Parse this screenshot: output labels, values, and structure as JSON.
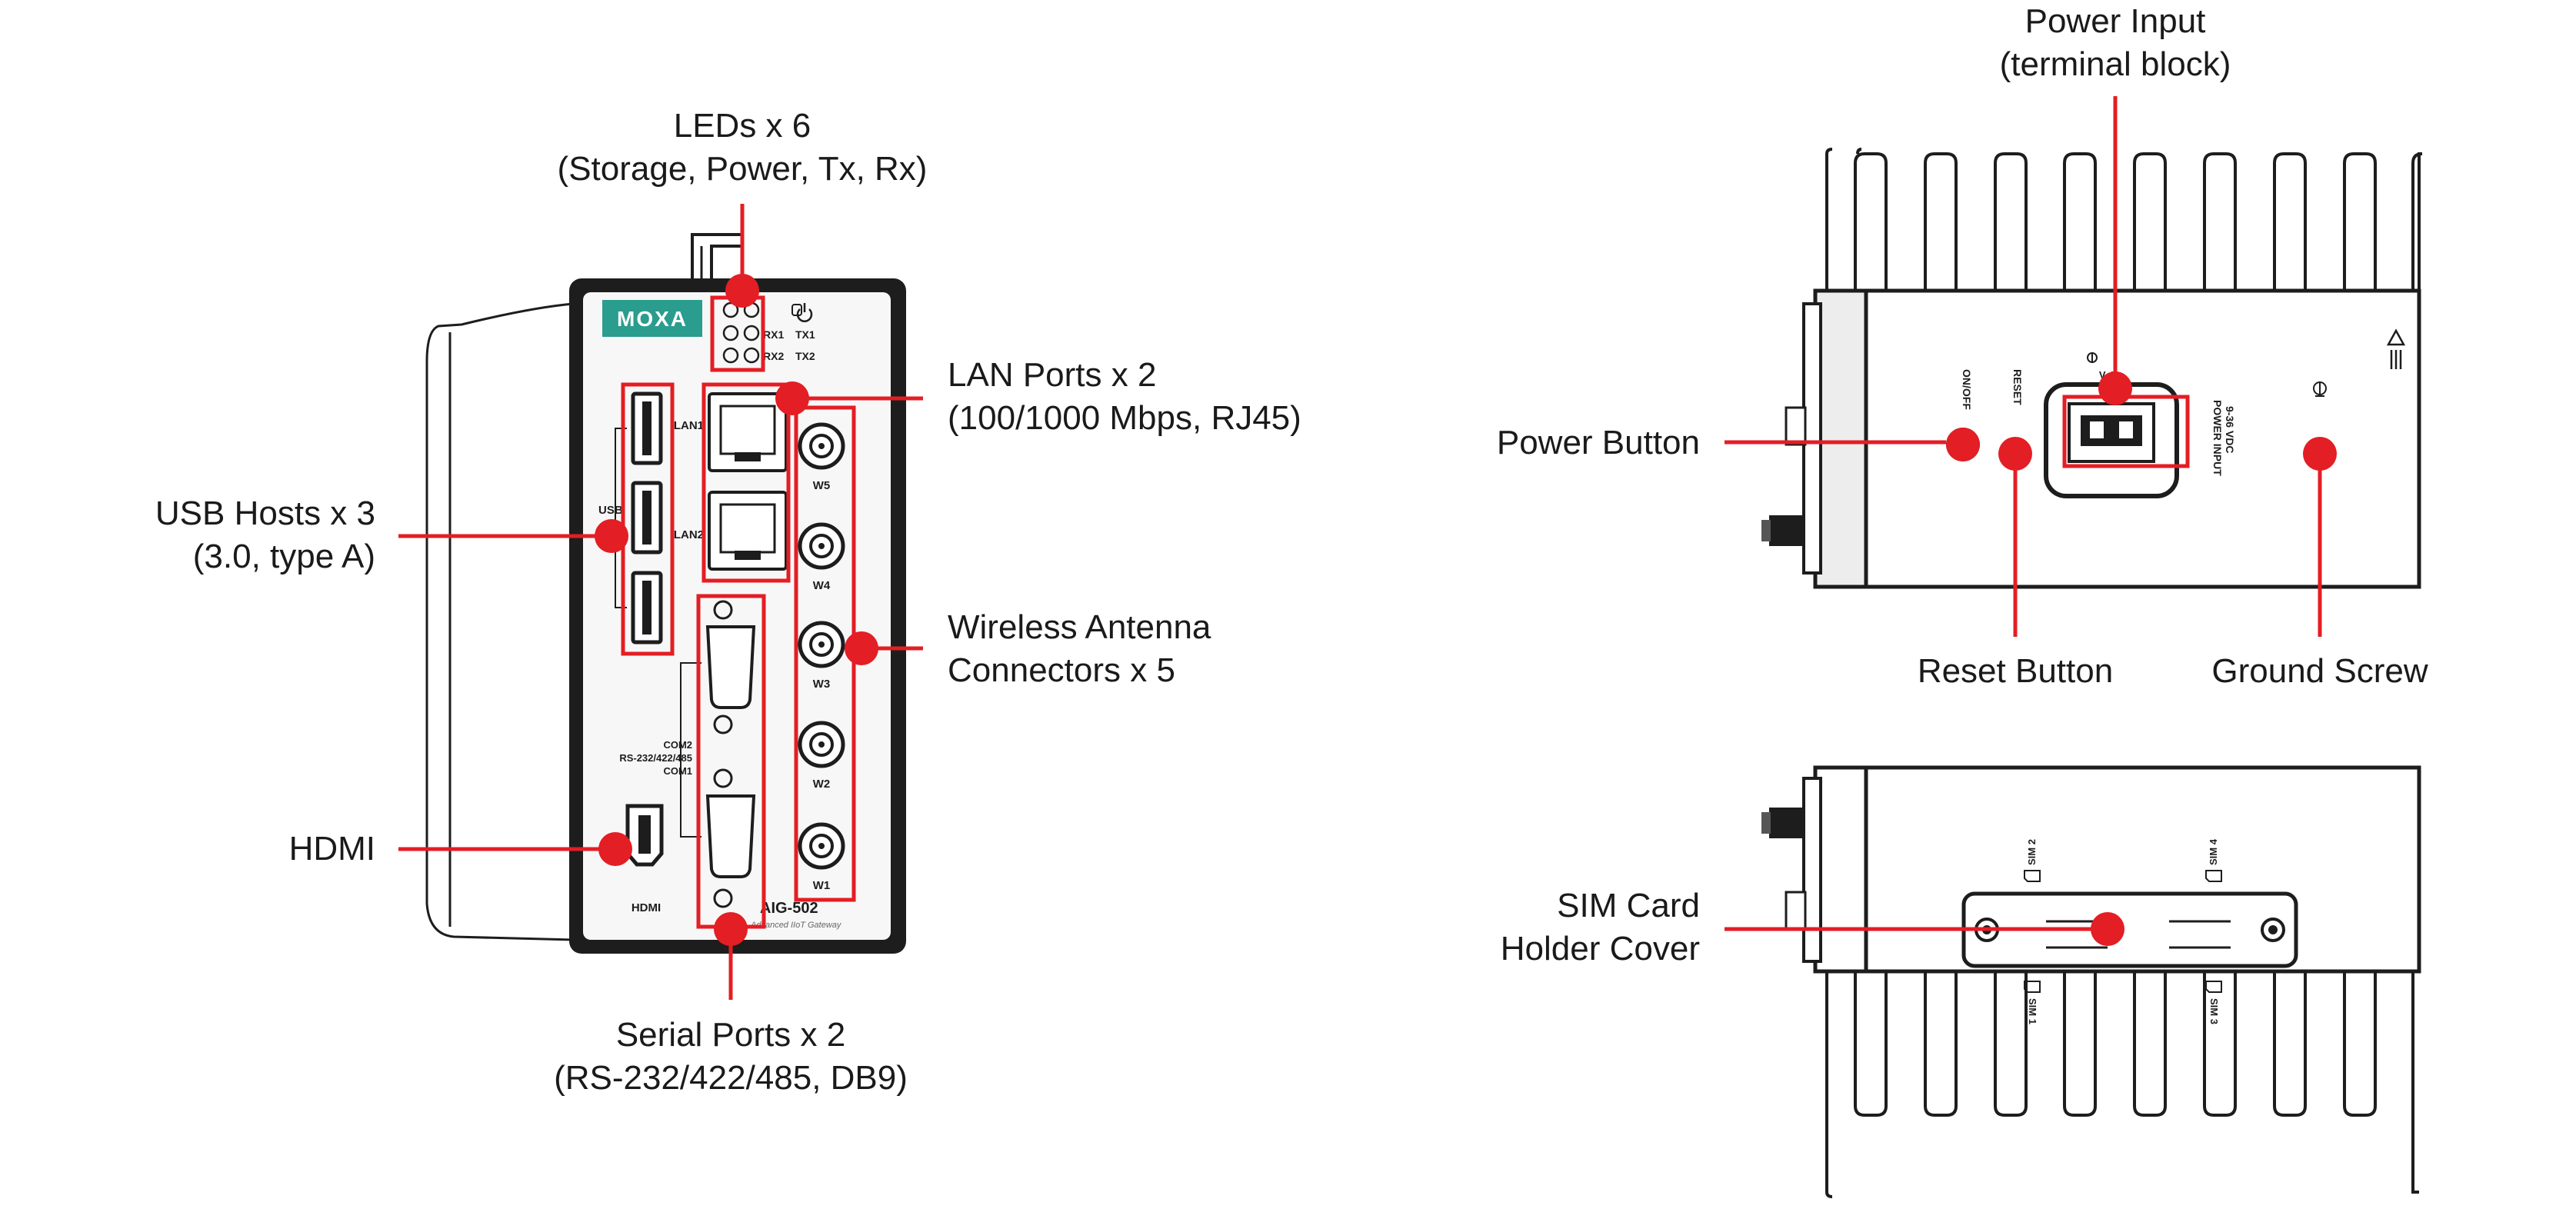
{
  "device": {
    "brand": "MOXA",
    "model": "AIG-502",
    "model_subtitle": "Advanced IIoT Gateway",
    "led_labels": [
      "RX1",
      "TX1",
      "RX2",
      "TX2"
    ],
    "front_labels": {
      "lan1": "LAN1",
      "lan2": "LAN2",
      "usb": "USB",
      "hdmi": "HDMI",
      "com": [
        "COM2",
        "RS-232/422/485",
        "COM1"
      ],
      "antennas": [
        "W5",
        "W4",
        "W3",
        "W2",
        "W1"
      ]
    },
    "top_labels": {
      "on_off": "ON/OFF",
      "reset": "RESET",
      "power_input": [
        "POWER INPUT",
        "9-36 VDC"
      ],
      "polarity": "V- V+"
    },
    "bottom_labels": {
      "sims": [
        "SIM 2",
        "SIM 4",
        "SIM 1",
        "SIM 3"
      ]
    }
  },
  "callouts": {
    "leds": [
      "LEDs x 6",
      "(Storage, Power, Tx, Rx)"
    ],
    "lan": [
      "LAN Ports x 2",
      "(100/1000 Mbps, RJ45)"
    ],
    "usb": [
      "USB Hosts x 3",
      "(3.0, type A)"
    ],
    "antenna": [
      "Wireless Antenna",
      "Connectors x 5"
    ],
    "hdmi": [
      "HDMI"
    ],
    "serial": [
      "Serial Ports x 2",
      "(RS-232/422/485, DB9)"
    ],
    "power_input": [
      "Power Input",
      "(terminal block)"
    ],
    "power_button": [
      "Power Button"
    ],
    "reset_button": [
      "Reset Button"
    ],
    "ground_screw": [
      "Ground Screw"
    ],
    "sim_cover": [
      "SIM Card",
      "Holder Cover"
    ]
  },
  "colors": {
    "callout_red": "#e31e24",
    "brand_teal": "#2a9d8f",
    "device_dark": "#1d1d1d",
    "panel_light": "#f7f7f7"
  }
}
